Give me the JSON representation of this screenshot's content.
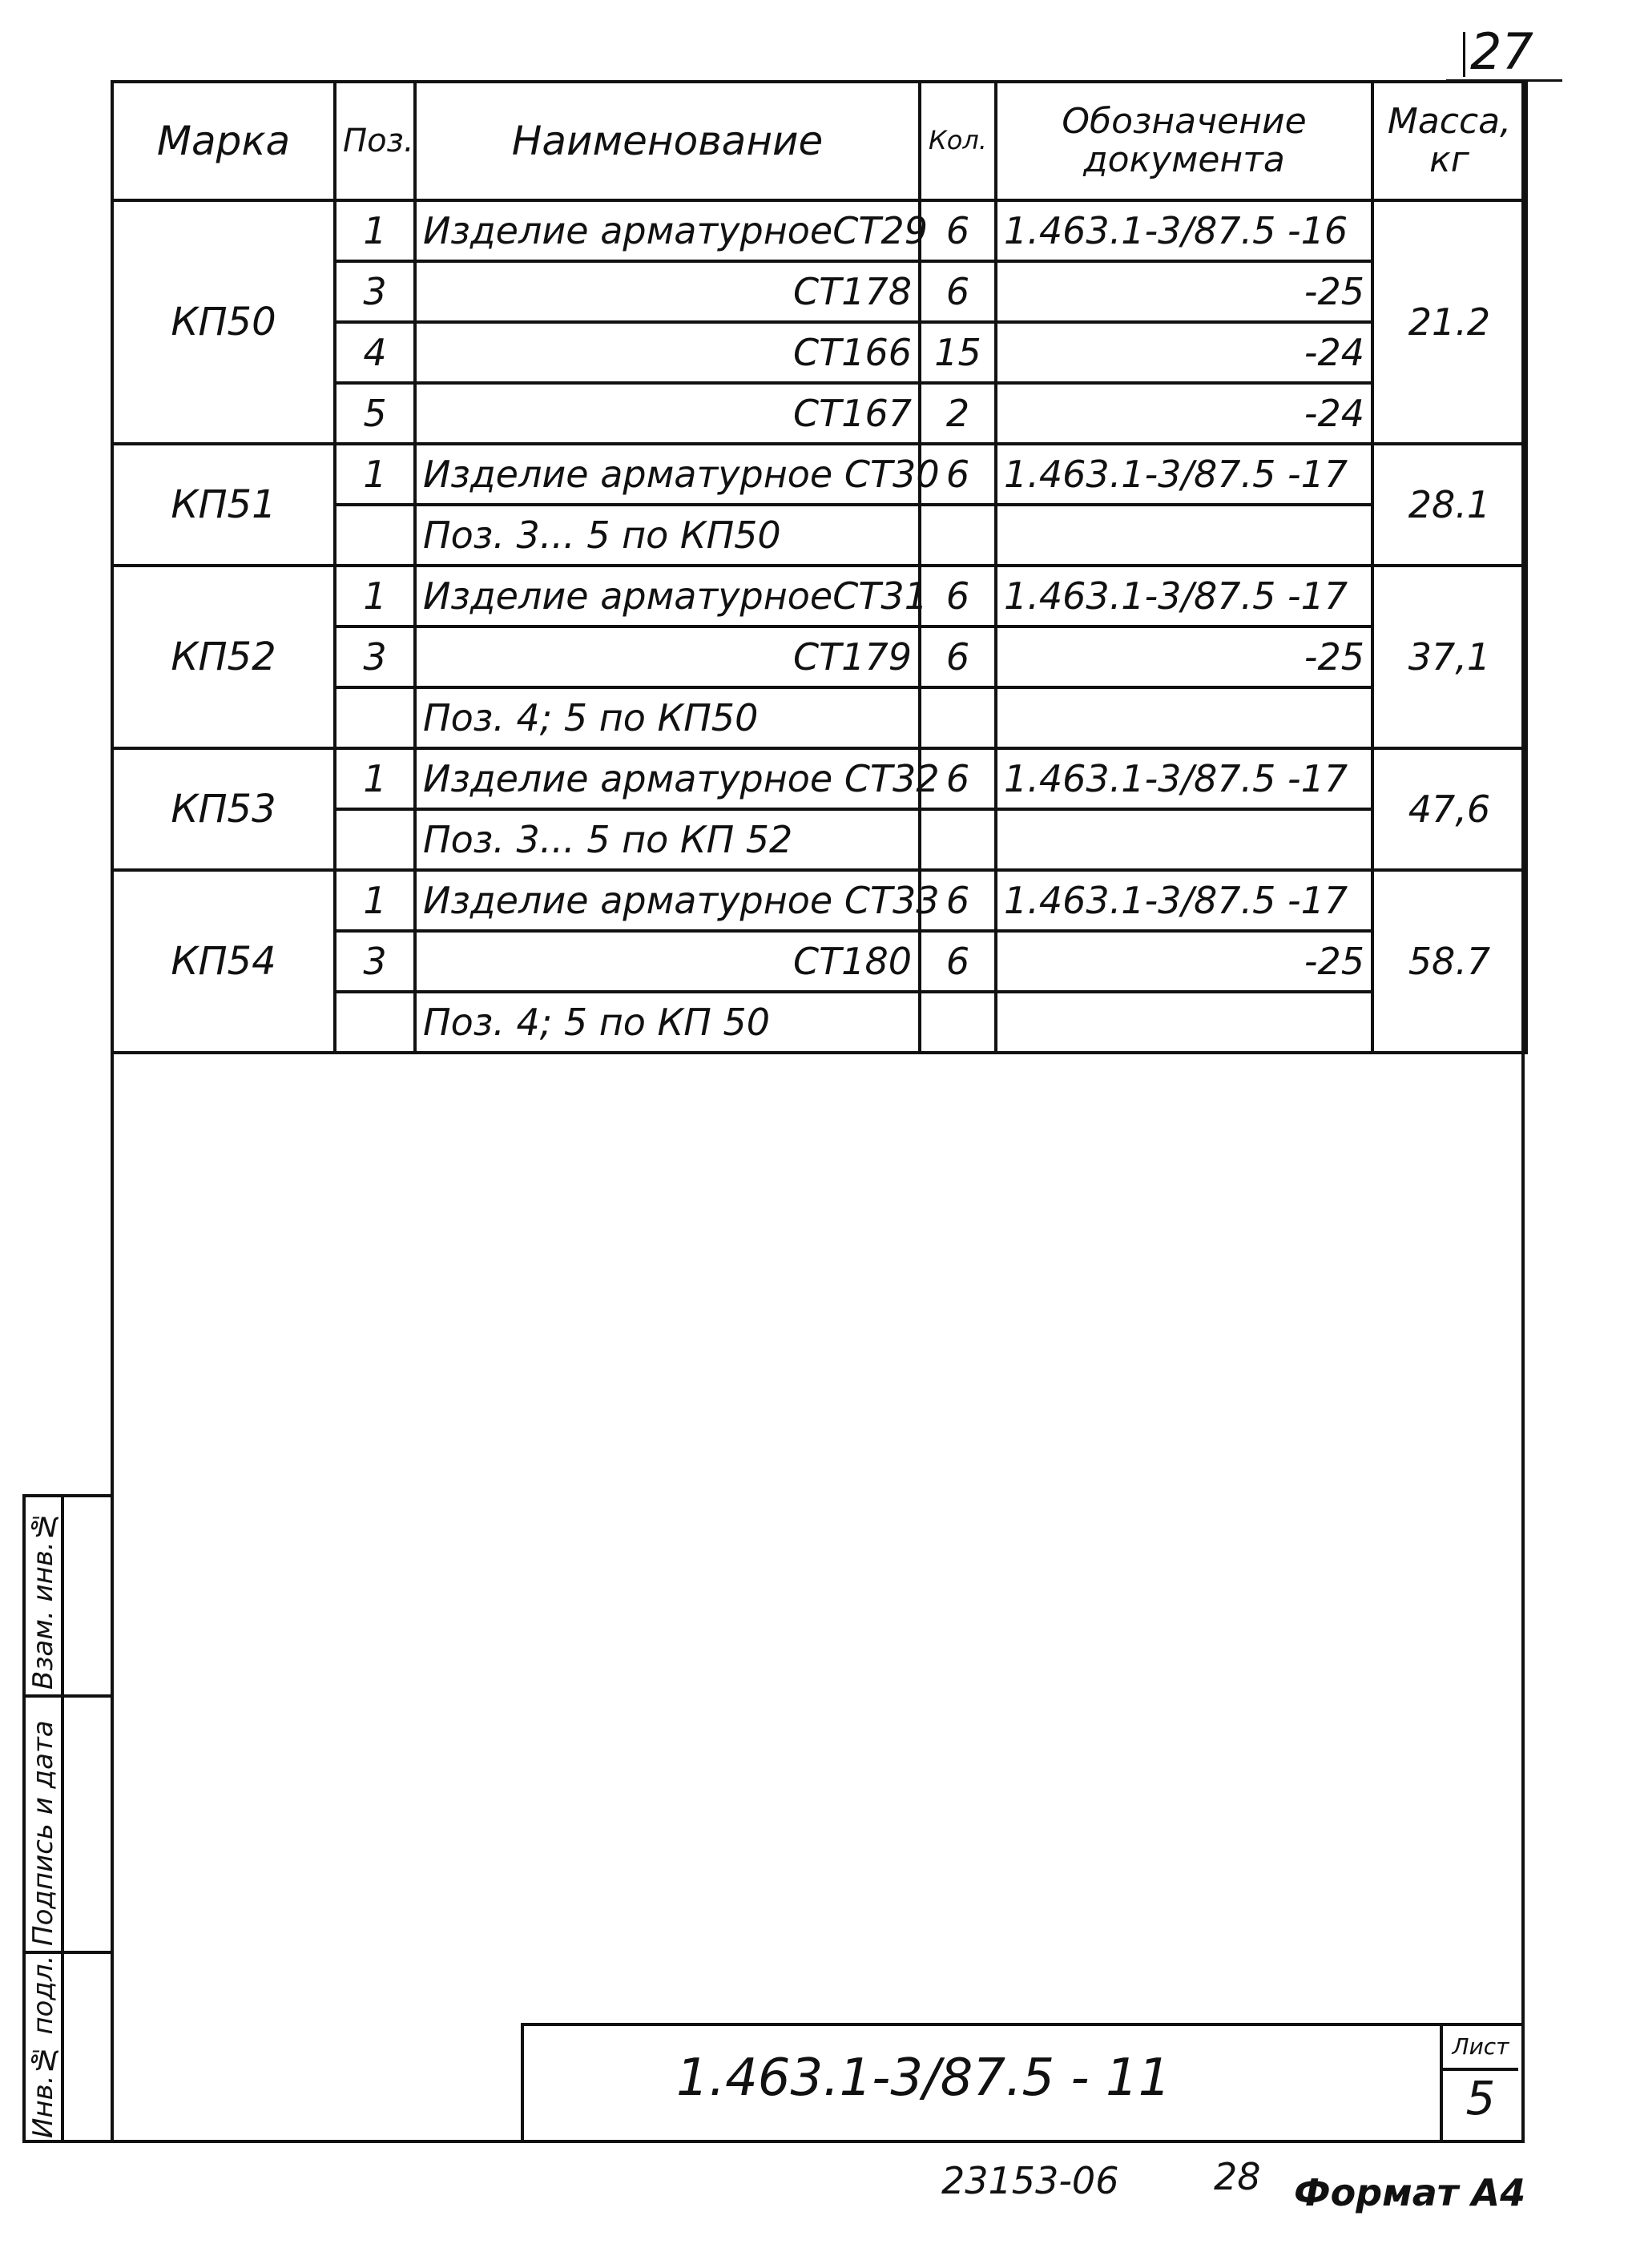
{
  "page_number": "27",
  "table": {
    "headers": {
      "mark": "Марка",
      "pos": "Поз.",
      "name": "Наименование",
      "qty": "Кол.",
      "doc": "Обозначение документа",
      "mass": "Масса, кг"
    },
    "rows": [
      {
        "pos": "1",
        "name": "Изделие арматурноеСТ29",
        "name_align": "left",
        "qty": "6",
        "doc": "1.463.1-3/87.5 -16",
        "doc_align": "left"
      },
      {
        "pos": "3",
        "name": "СТ178",
        "name_align": "right",
        "qty": "6",
        "doc": "-25",
        "doc_align": "right"
      },
      {
        "pos": "4",
        "name": "СТ166",
        "name_align": "right",
        "qty": "15",
        "doc": "-24",
        "doc_align": "right"
      },
      {
        "pos": "5",
        "name": "СТ167",
        "name_align": "right",
        "qty": "2",
        "doc": "-24",
        "doc_align": "right"
      },
      {
        "pos": "1",
        "name": "Изделие арматурное СТ30",
        "name_align": "left",
        "qty": "6",
        "doc": "1.463.1-3/87.5 -17",
        "doc_align": "left"
      },
      {
        "pos": "",
        "name": "Поз. 3... 5 по КП50",
        "name_align": "left",
        "qty": "",
        "doc": "",
        "doc_align": "left"
      },
      {
        "pos": "1",
        "name": "Изделие арматурноеСТ31",
        "name_align": "left",
        "qty": "6",
        "doc": "1.463.1-3/87.5 -17",
        "doc_align": "left"
      },
      {
        "pos": "3",
        "name": "СТ179",
        "name_align": "right",
        "qty": "6",
        "doc": "-25",
        "doc_align": "right"
      },
      {
        "pos": "",
        "name": "Поз. 4; 5 по КП50",
        "name_align": "left",
        "qty": "",
        "doc": "",
        "doc_align": "left"
      },
      {
        "pos": "1",
        "name": "Изделие арматурное СТ32",
        "name_align": "left",
        "qty": "6",
        "doc": "1.463.1-3/87.5 -17",
        "doc_align": "left"
      },
      {
        "pos": "",
        "name": "Поз. 3... 5 по КП 52",
        "name_align": "left",
        "qty": "",
        "doc": "",
        "doc_align": "left"
      },
      {
        "pos": "1",
        "name": "Изделие арматурное СТ33",
        "name_align": "left",
        "qty": "6",
        "doc": "1.463.1-3/87.5 -17",
        "doc_align": "left"
      },
      {
        "pos": "3",
        "name": "СТ180",
        "name_align": "right",
        "qty": "6",
        "doc": "-25",
        "doc_align": "right"
      },
      {
        "pos": "",
        "name": "Поз. 4; 5 по КП 50",
        "name_align": "left",
        "qty": "",
        "doc": "",
        "doc_align": "left"
      }
    ],
    "groups": [
      {
        "mark": "КП50",
        "mass": "21.2",
        "start": 0,
        "span": 4
      },
      {
        "mark": "КП51",
        "mass": "28.1",
        "start": 4,
        "span": 2
      },
      {
        "mark": "КП52",
        "mass": "37,1",
        "start": 6,
        "span": 3
      },
      {
        "mark": "КП53",
        "mass": "47,6",
        "start": 9,
        "span": 2
      },
      {
        "mark": "КП54",
        "mass": "58.7",
        "start": 11,
        "span": 3
      }
    ]
  },
  "side_labels": {
    "inv_orig": "Инв.№ подл.",
    "sign_date": "Подпись и дата",
    "inv_repl": "Взам. инв.№"
  },
  "title_block": {
    "doc_code": "1.463.1-3/87.5 - 11",
    "sheet_label": "Лист",
    "sheet_number": "5"
  },
  "footer": {
    "stamp": "23153-06",
    "page": "28",
    "format": "Формат А4"
  }
}
